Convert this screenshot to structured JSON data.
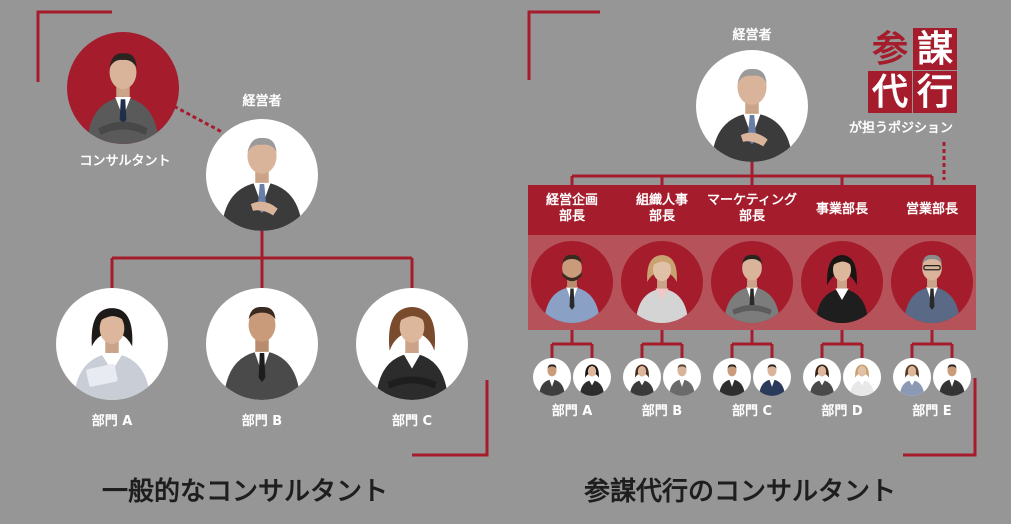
{
  "left": {
    "consultant_label": "コンサルタント",
    "executive_label": "経営者",
    "departments": [
      "部門 A",
      "部門 B",
      "部門 C"
    ],
    "title": "一般的なコンサルタント"
  },
  "right": {
    "executive_label": "経営者",
    "logo_chars": [
      "参",
      "謀",
      "代",
      "行"
    ],
    "logo_caption": "が担うポジション",
    "heads": [
      [
        "経営企画",
        "部長"
      ],
      [
        "組織人事",
        "部長"
      ],
      [
        "マーケティング",
        "部長"
      ],
      [
        "事業部長"
      ],
      [
        "営業部長"
      ]
    ],
    "departments": [
      "部門 A",
      "部門 B",
      "部門 C",
      "部門 D",
      "部門 E"
    ],
    "title": "参謀代行のコンサルタント"
  },
  "colors": {
    "background": "#969696",
    "accent": "#a51c2c",
    "band": "#b5525a",
    "circle": "#ffffff",
    "suit_dark": "#3b3b3b",
    "suit_gray": "#707070",
    "skin": "#d9b49a"
  },
  "icons": [
    "person-icon"
  ]
}
